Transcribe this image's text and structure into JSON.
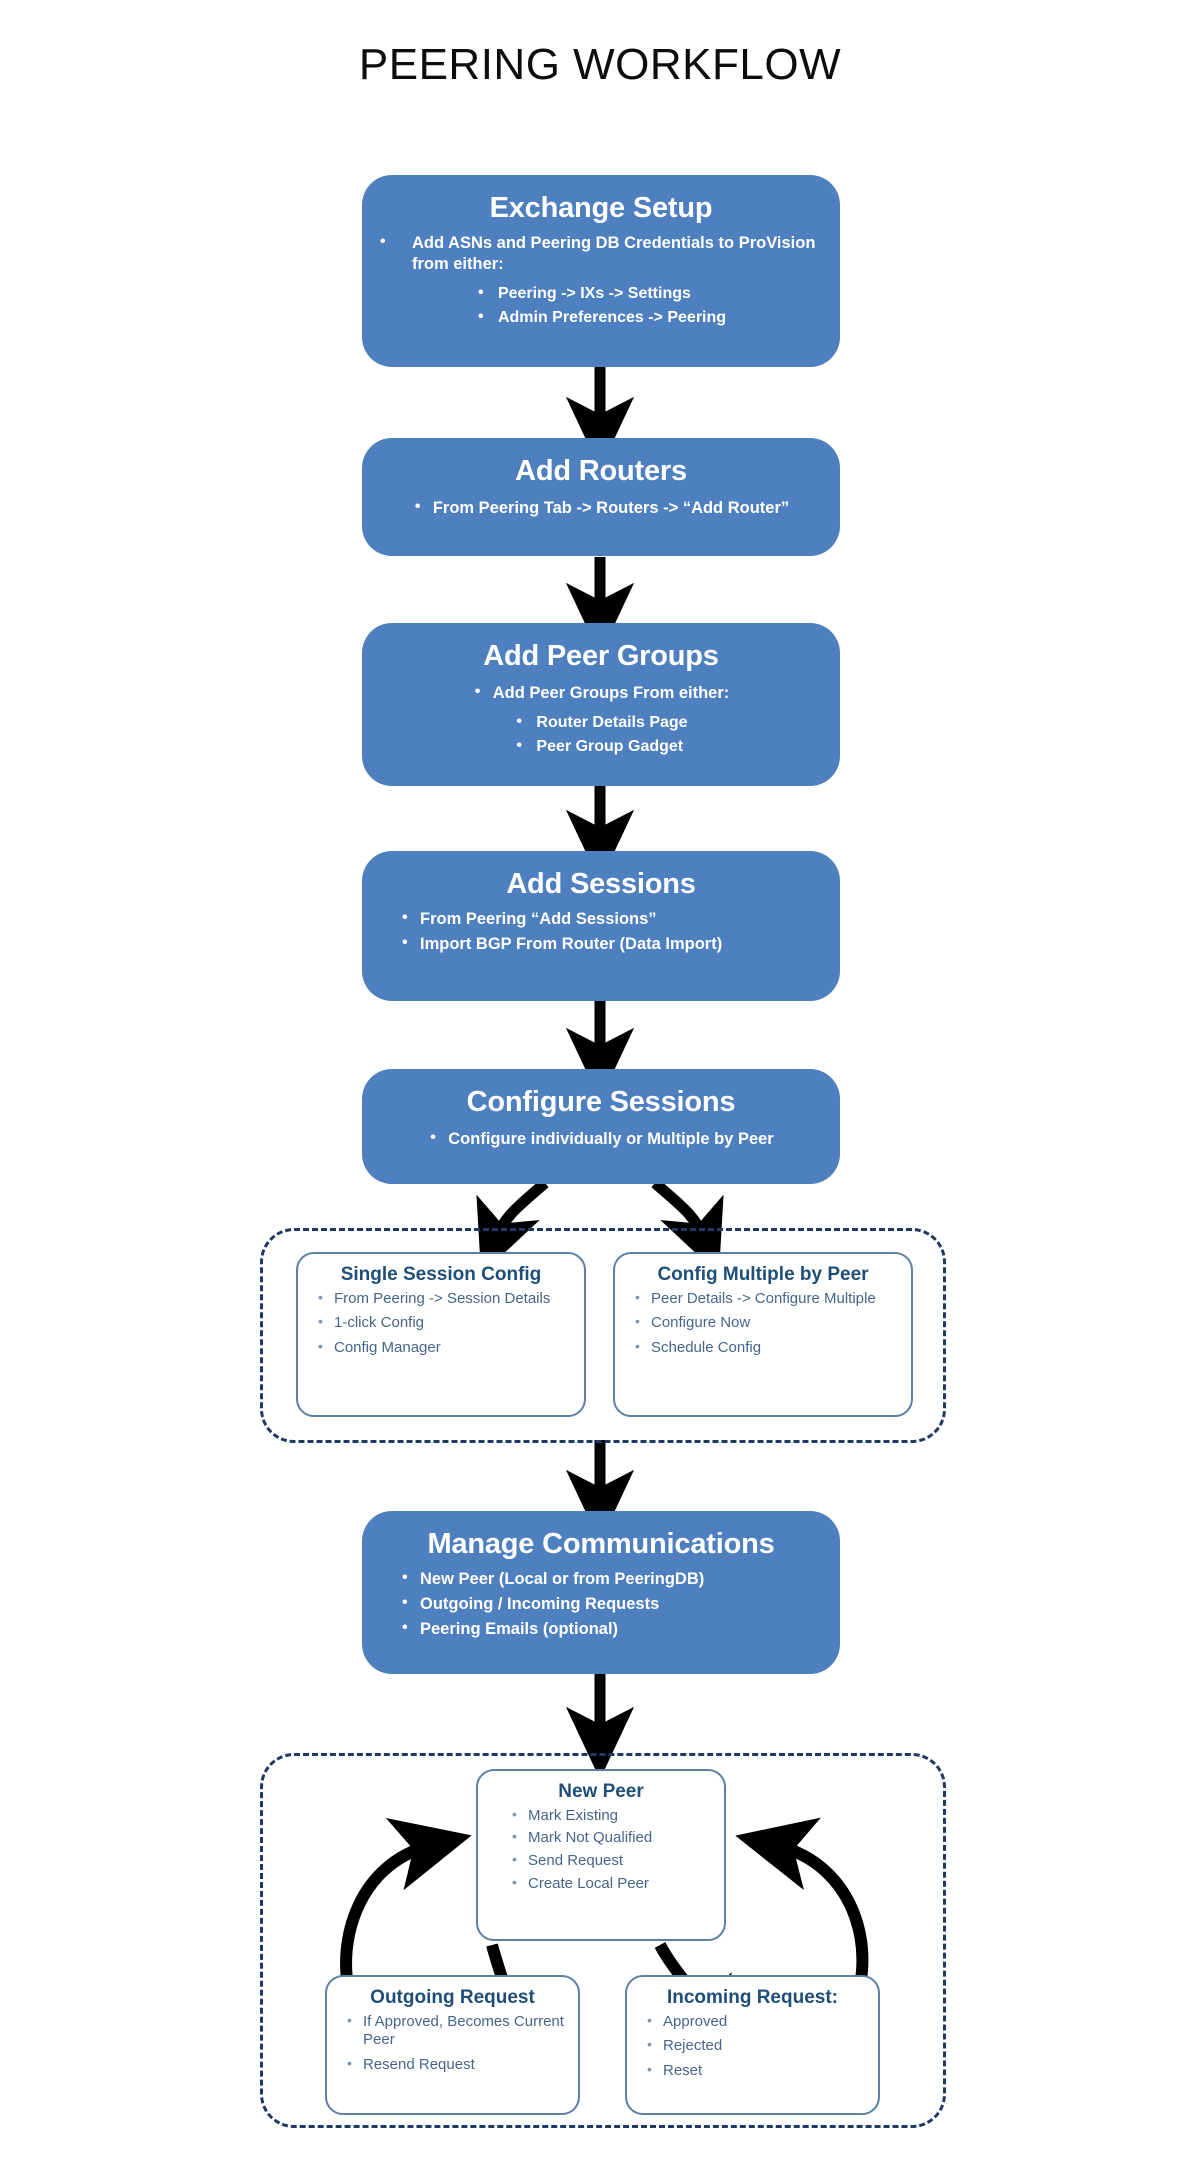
{
  "page": {
    "title": "PEERING WORKFLOW",
    "background": "#ffffff",
    "accent_blue": "#4e7fbe",
    "dashed_border_color": "#1f3864",
    "subbox_border_color": "#5b80a8",
    "subbox_title_color": "#1f4e79",
    "subbox_text_color": "#47658a"
  },
  "steps": {
    "exchange_setup": {
      "title": "Exchange Setup",
      "bullets": [
        "Add ASNs and Peering DB Credentials to ProVision from either:"
      ],
      "sub_bullets": [
        "Peering -> IXs -> Settings",
        "Admin Preferences -> Peering"
      ]
    },
    "add_routers": {
      "title": "Add Routers",
      "bullets": [
        "From Peering Tab -> Routers -> “Add Router”"
      ]
    },
    "add_peer_groups": {
      "title": "Add Peer Groups",
      "bullets": [
        "Add Peer Groups From either:"
      ],
      "sub_bullets": [
        "Router Details Page",
        "Peer Group Gadget"
      ]
    },
    "add_sessions": {
      "title": "Add Sessions",
      "bullets": [
        "From  Peering “Add Sessions”",
        "Import BGP From Router (Data Import)"
      ]
    },
    "configure_sessions": {
      "title": "Configure Sessions",
      "bullets": [
        "Configure individually or Multiple by Peer"
      ]
    },
    "manage_communications": {
      "title": "Manage Communications",
      "bullets": [
        "New Peer (Local or from PeeringDB)",
        "Outgoing / Incoming Requests",
        "Peering Emails (optional)"
      ]
    }
  },
  "config_group": {
    "single_session_config": {
      "title": "Single Session Config",
      "bullets": [
        "From Peering -> Session Details",
        "1-click Config",
        "Config Manager"
      ]
    },
    "config_multiple_by_peer": {
      "title": "Config Multiple by Peer",
      "bullets": [
        "Peer Details -> Configure Multiple",
        "Configure Now",
        "Schedule Config"
      ]
    }
  },
  "communications_group": {
    "new_peer": {
      "title": "New Peer",
      "bullets": [
        "Mark Existing",
        "Mark Not Qualified",
        "Send Request",
        "Create Local Peer"
      ]
    },
    "outgoing_request": {
      "title": "Outgoing Request",
      "bullets": [
        "If Approved, Becomes Current Peer",
        "Resend Request"
      ]
    },
    "incoming_request": {
      "title": "Incoming Request:",
      "bullets": [
        "Approved",
        "Rejected",
        "Reset"
      ]
    }
  },
  "flow": {
    "arrow_color": "#000000",
    "connections": [
      "Exchange Setup -> Add Routers",
      "Add Routers -> Add Peer Groups",
      "Add Peer Groups -> Add Sessions",
      "Add Sessions -> Configure Sessions",
      "Configure Sessions -> Single Session Config",
      "Configure Sessions -> Config Multiple by Peer",
      "Config Group -> Manage Communications",
      "Manage Communications -> New Peer",
      "New Peer -> Outgoing Request",
      "New Peer -> Incoming Request",
      "Outgoing Request -> New Peer",
      "Incoming Request -> New Peer"
    ]
  }
}
